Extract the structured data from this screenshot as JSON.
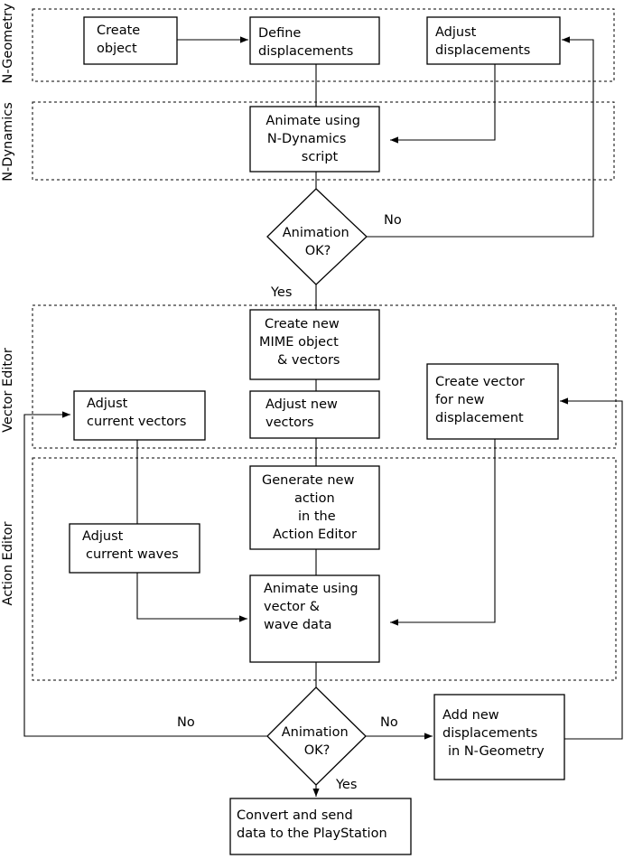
{
  "zones": {
    "n_geometry": "N-Geometry",
    "n_dynamics": "N-Dynamics",
    "vector_editor": "Vector Editor",
    "action_editor": "Action Editor"
  },
  "nodes": {
    "create_object": [
      "Create",
      "object"
    ],
    "define_displacements": [
      "Define",
      "displacements"
    ],
    "adjust_displacements": [
      "Adjust",
      "displacements"
    ],
    "animate_ndynamics": [
      "Animate using",
      "N-Dynamics",
      "script"
    ],
    "decision_1": [
      "Animation",
      "OK?"
    ],
    "create_mime": [
      "Create new",
      "MIME object",
      "& vectors"
    ],
    "adjust_new_vectors": [
      "Adjust new",
      "vectors"
    ],
    "adjust_current_vectors": [
      "Adjust",
      "current vectors"
    ],
    "create_vector_new_disp": [
      "Create vector",
      "for new",
      "displacement"
    ],
    "generate_action": [
      "Generate new",
      "action",
      "in the",
      "Action Editor"
    ],
    "adjust_current_waves": [
      "Adjust",
      "current waves"
    ],
    "animate_vector_wave": [
      "Animate using",
      "vector &",
      "wave data"
    ],
    "decision_2": [
      "Animation",
      "OK?"
    ],
    "add_new_displacements": [
      "Add new",
      "displacements",
      "in N-Geometry"
    ],
    "convert_send": [
      "Convert and send",
      "data to the PlayStation"
    ]
  },
  "edge_labels": {
    "d1_no": "No",
    "d1_yes": "Yes",
    "d2_no_left": "No",
    "d2_no_right": "No",
    "d2_yes": "Yes"
  }
}
